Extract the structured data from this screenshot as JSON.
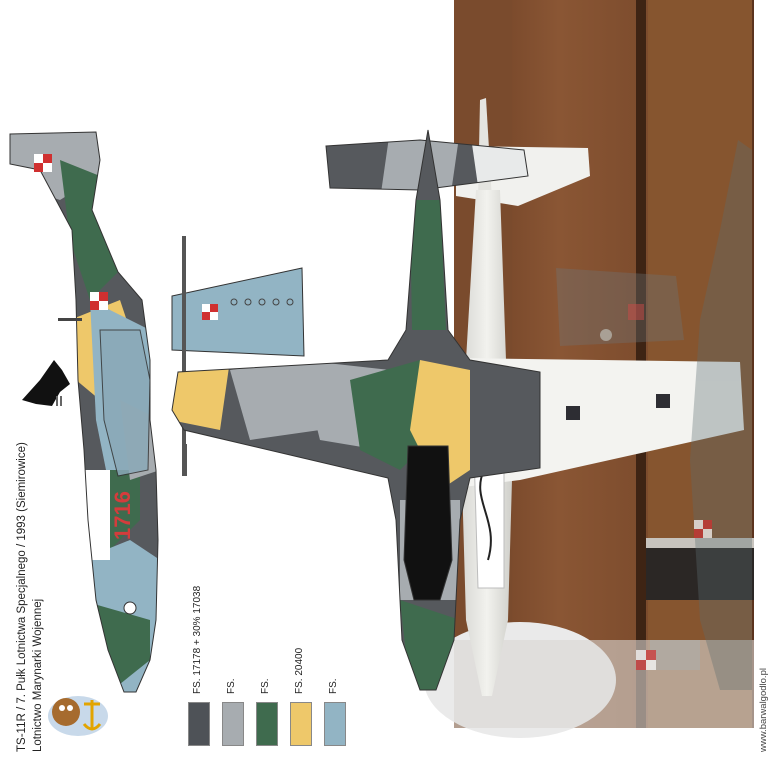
{
  "caption": {
    "line1": "TS-11R / 7. Pułk Lotnictwa Specjalnego / 1993 (Siemirowice)",
    "line2": "Lotnictwo Marynarki Wojennej"
  },
  "aircraft_number": "1716",
  "watermark": "www.barwalgodlo.pl",
  "palette": [
    {
      "label": "FS. 17178 + 30% 17038",
      "color": "#4e5257"
    },
    {
      "label": "FS.",
      "color": "#a7acb0"
    },
    {
      "label": "FS.",
      "color": "#3f6b4e"
    },
    {
      "label": "FS. 20400",
      "color": "#eec86a"
    },
    {
      "label": "FS.",
      "color": "#92b4c4"
    }
  ],
  "icons": {
    "roundel": "polish-checkerboard",
    "unit_emblem": "bird-badge",
    "navy_emblem": "anchor-owl-badge"
  }
}
